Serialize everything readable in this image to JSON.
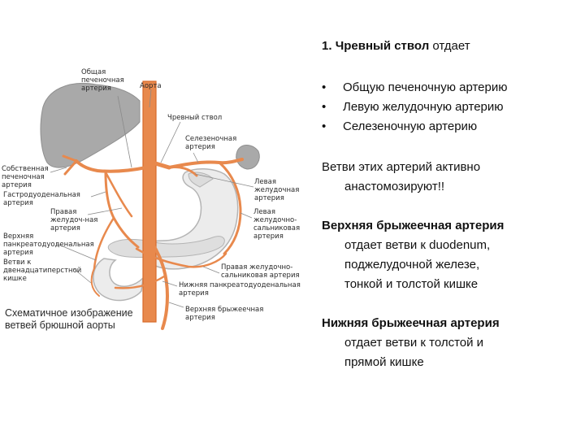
{
  "diagram": {
    "labels": {
      "common_hepatic": "Общая\nпеченочная\nартерия",
      "aorta": "Аорта",
      "celiac_trunk": "Чревный ствол",
      "splenic": "Селезеночная\nартерия",
      "proper_hepatic": "Собственная\nпеченочная\nартерия",
      "gastroduodenal": "Гастродуоденальная\nартерия",
      "left_gastric": "Левая\nжелудочная\nартерия",
      "right_gastric": "Правая\nжелудоч-ная\nартерия",
      "left_gastroepiploic": "Левая\nжелудочно-\nсальниковая\nартерия",
      "sup_pancreaticoduodenal": "Верхняя\nпанкреатодуоденальная\nартерия",
      "to_duodenum": "Ветви к\nдвенадцатиперстной\nкишке",
      "right_gastroepiploic": "Правая желудочно-\nсальниковая артерия",
      "inf_pancreaticoduodenal": "Нижняя панкреатодуоденальная\nартерия",
      "sup_mesenteric": "Верхняя брыжеечная\nартерия"
    },
    "caption": "Схематичное изображение\nветвей брюшной аорты",
    "colors": {
      "artery": "#e8894d",
      "artery_dark": "#d86a2a",
      "organ": "#a9a9a9",
      "organ_light": "#ececec",
      "leader": "#8a8a8a"
    }
  },
  "text": {
    "item1_number": "1.",
    "item1_bold": "Чревный ствол",
    "item1_rest": " отдает",
    "bullet_symbol": "•",
    "bullets": [
      "Общую печеночную артерию",
      "Левую желудочную артерию",
      "Селезеночную артерию"
    ],
    "anast_line1": "Ветви этих артерий активно",
    "anast_line2": "анастомозируют!!",
    "sma_title": "Верхняя брыжеечная артерия",
    "sma_line1": "отдает ветви к duodenum,",
    "sma_line2": "поджелудочной железе,",
    "sma_line3": "тонкой и толстой кишке",
    "ima_title": "Нижняя брыжеечная артерия",
    "ima_line1": "отдает ветви к толстой и",
    "ima_line2": "прямой кишке"
  }
}
